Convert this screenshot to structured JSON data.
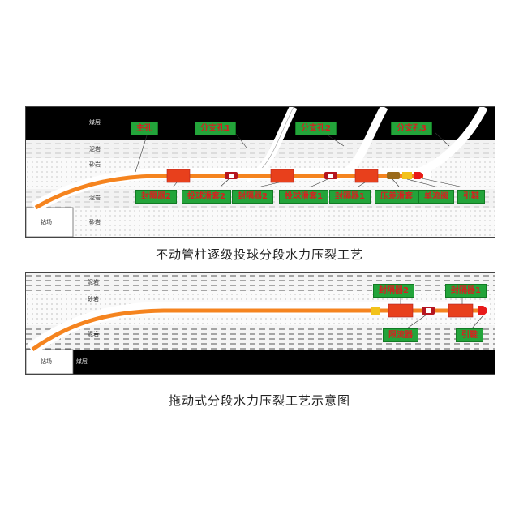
{
  "diagram1": {
    "caption": "不动管柱逐级投球分段水力压裂工艺",
    "layers": {
      "coal": "煤层",
      "mudstone_upper": "泥岩",
      "sandstone_upper": "砂岩",
      "mudstone_lower": "泥岩",
      "site": "钻场",
      "sandstone_lower": "砂岩"
    },
    "callouts": {
      "main_hole": "主孔",
      "branch1": "分支孔1",
      "branch2": "分支孔2",
      "branch3": "分支孔3",
      "packer2a": "封隔器2",
      "ball_sleeve2": "投球滑套2",
      "packer2b": "封隔器2",
      "ball_sleeve1": "投球滑套1",
      "packer1": "封隔器1",
      "diff_sleeve": "压差滑套",
      "check_valve": "单流阀",
      "guide_shoe": "引鞋"
    }
  },
  "diagram2": {
    "caption": "拖动式分段水力压裂工艺示意图",
    "layers": {
      "mudstone_upper": "泥岩",
      "sandstone": "砂岩",
      "mudstone_lower": "泥岩",
      "site": "钻场",
      "coal": "煤层"
    },
    "callouts": {
      "packer2": "封隔器2",
      "packer1": "封隔器1",
      "restrictor": "限流器",
      "guide_shoe": "引鞋"
    }
  },
  "colors": {
    "pipe_orange": "#f5841f",
    "packer_red": "#e8401c",
    "callout_green": "#23a43a",
    "callout_text": "#d62020",
    "coal_black": "#000000"
  }
}
